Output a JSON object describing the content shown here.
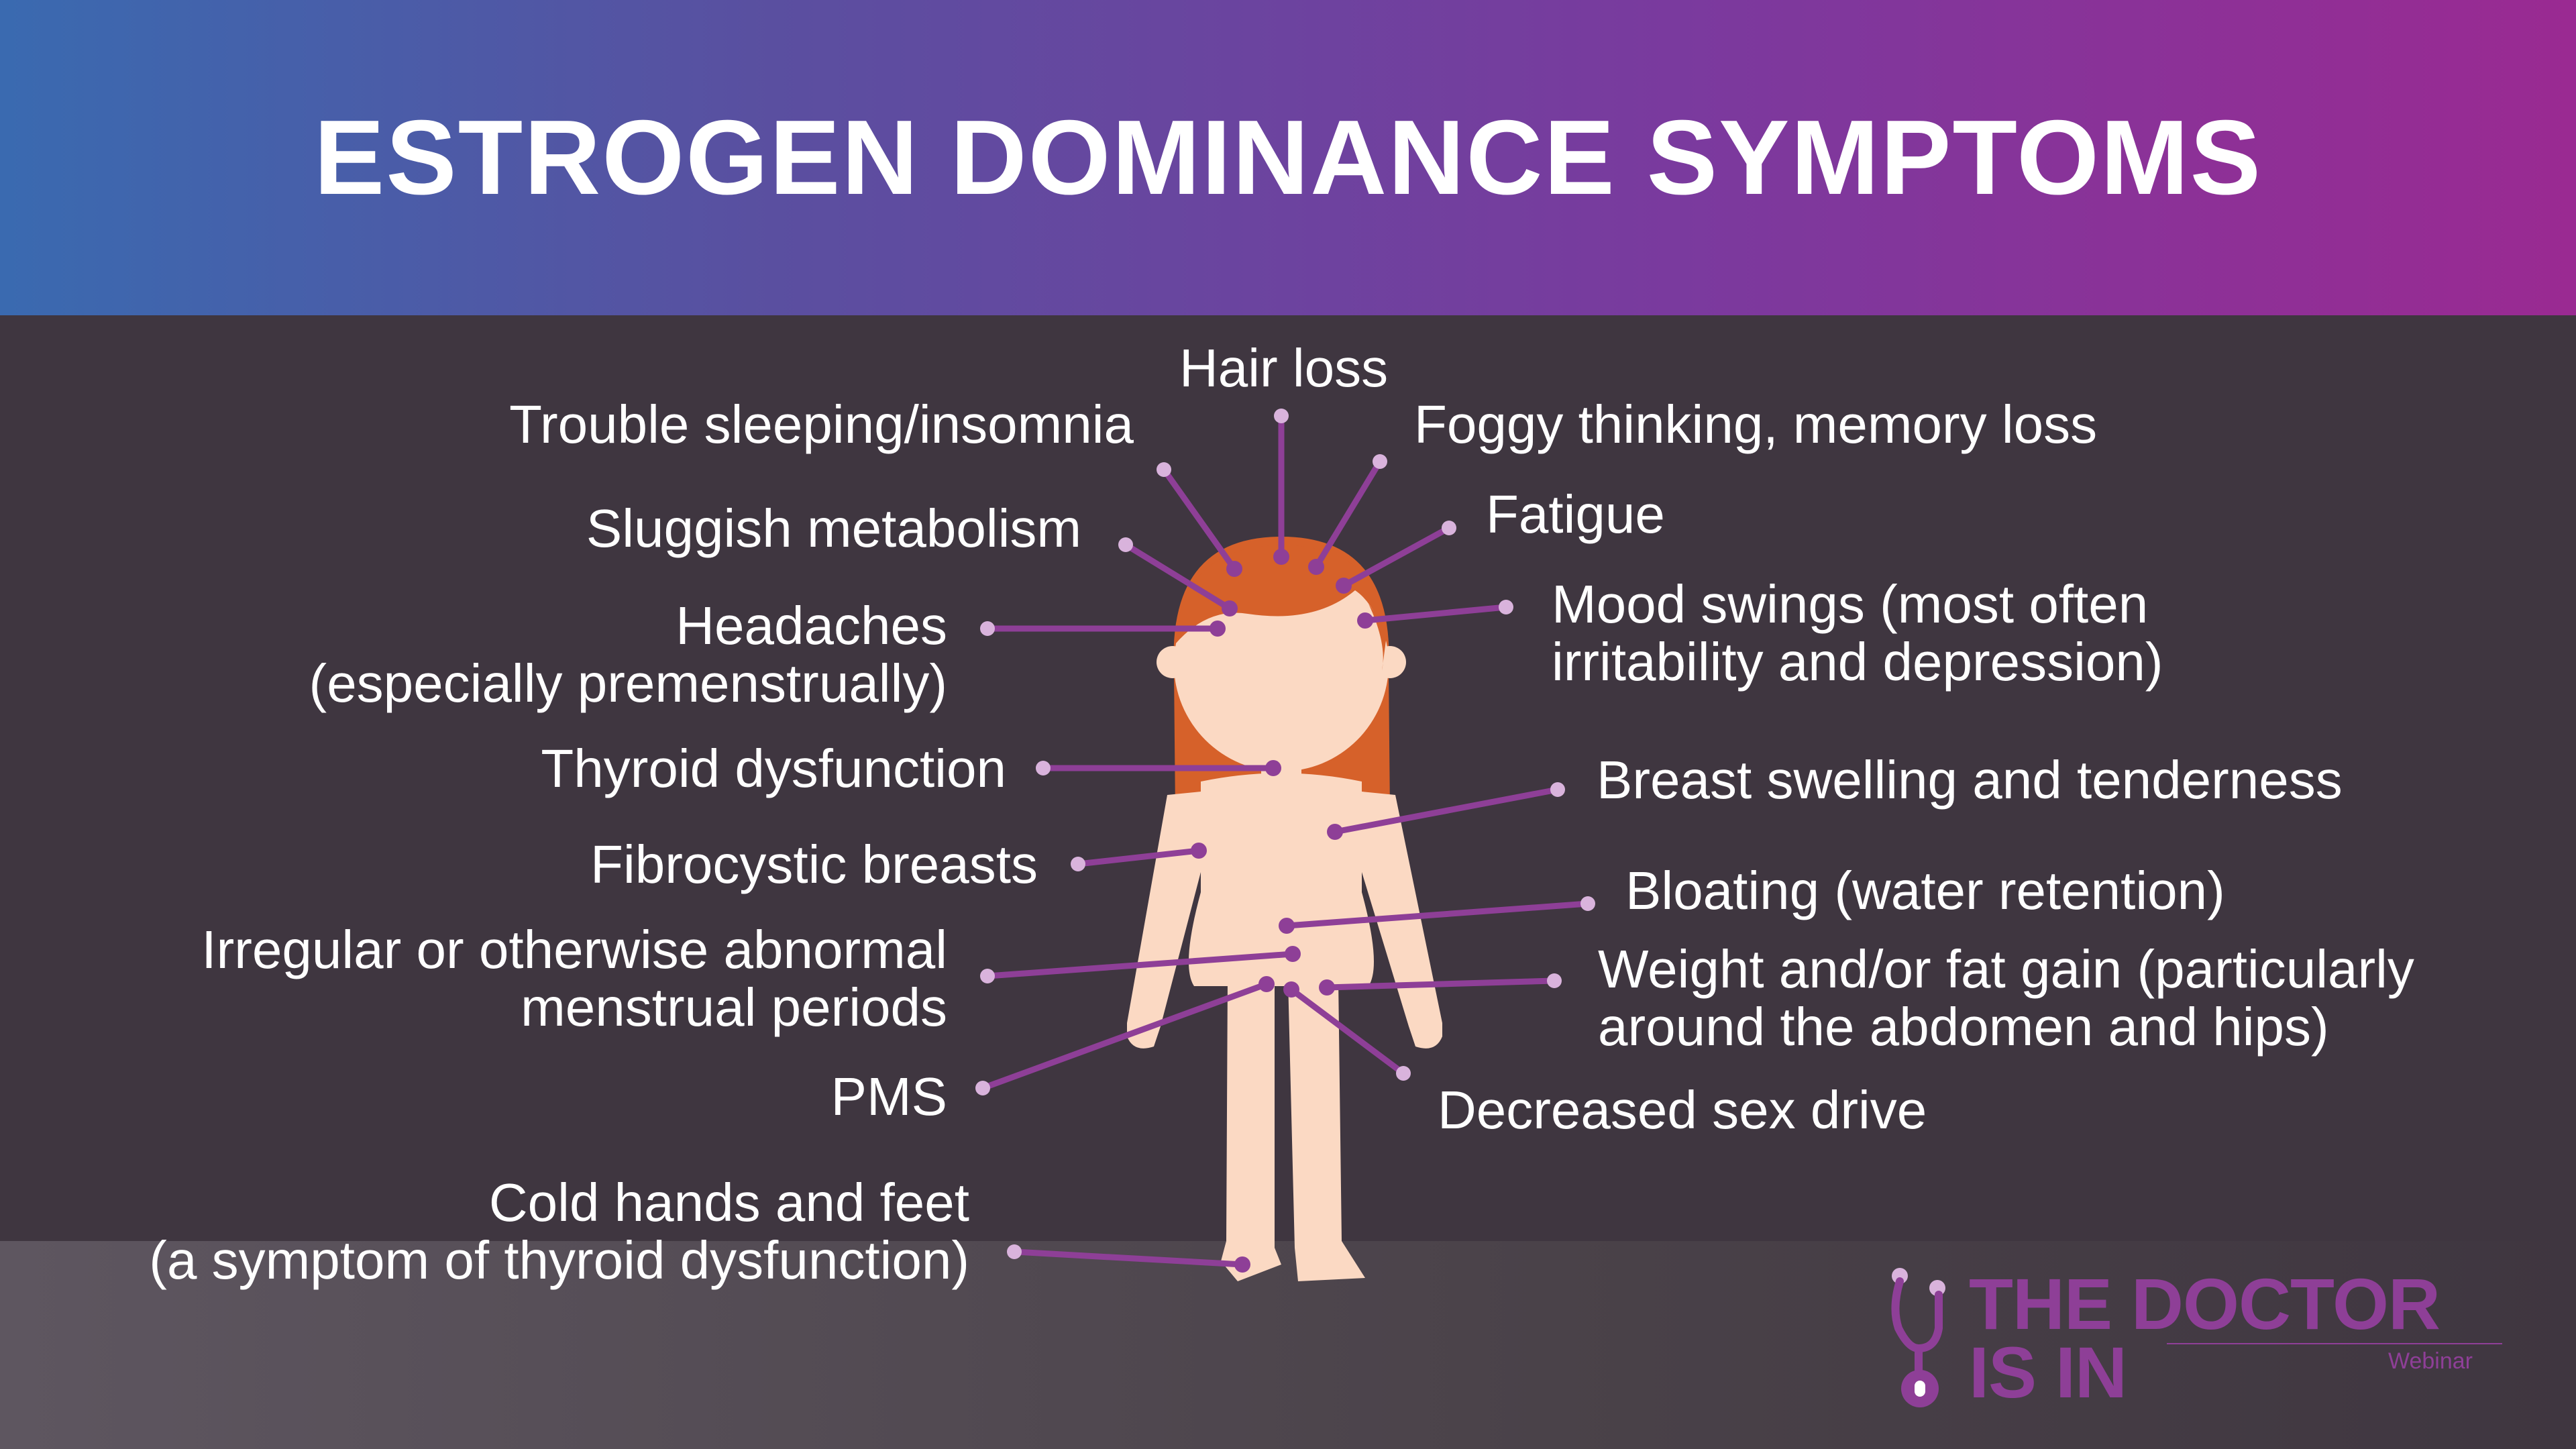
{
  "title": "ESTROGEN DOMINANCE SYMPTOMS",
  "labels": {
    "hair_loss": "Hair loss",
    "trouble_sleeping": "Trouble sleeping/insomnia",
    "foggy_thinking": "Foggy thinking, memory loss",
    "sluggish_metabolism": "Sluggish metabolism",
    "fatigue": "Fatigue",
    "headaches_1": "Headaches",
    "headaches_2": "(especially premenstrually)",
    "mood_swings_1": "Mood swings (most often",
    "mood_swings_2": "irritability and depression)",
    "thyroid": "Thyroid dysfunction",
    "breast_swelling": "Breast swelling and tenderness",
    "fibrocystic": "Fibrocystic breasts",
    "bloating": "Bloating (water retention)",
    "irregular_1": "Irregular or otherwise abnormal",
    "irregular_2": "menstrual periods",
    "weight_1": "Weight and/or fat gain (particularly",
    "weight_2": "around the abdomen and hips)",
    "pms": "PMS",
    "sex_drive": "Decreased sex drive",
    "cold_1": "Cold hands and feet",
    "cold_2": "(a symptom of thyroid dysfunction)"
  },
  "logo": {
    "line1": "THE DOCTOR",
    "line2": "IS IN",
    "sub": "Webinar"
  },
  "colors": {
    "header_start": "#3a6ab0",
    "header_end": "#9a2a92",
    "background": "#3f3640",
    "skin": "#fbd9c3",
    "hair": "#d6612a",
    "line": "#8e3f97",
    "dot": "#d9b3dc",
    "text": "#ffffff"
  }
}
